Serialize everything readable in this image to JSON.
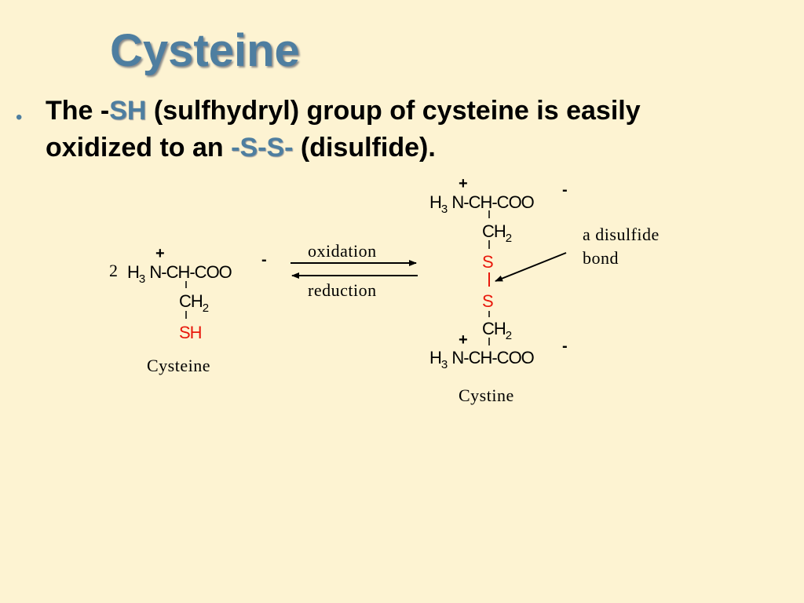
{
  "slide": {
    "title": "Cysteine",
    "bullet": {
      "marker": "•",
      "part1": "The -",
      "sh": "SH",
      "part2": " (sulfhydryl) group of cysteine is easily",
      "part3": "oxidized to an ",
      "ss": "-S-S-",
      "part4": " (disulfide)."
    }
  },
  "diagram": {
    "reactant": {
      "coefficient": "2",
      "plus": "+",
      "minus": "-",
      "h": "H",
      "h_sub": "3",
      "backbone": "N-CH-COO",
      "ch": "CH",
      "ch_sub": "2",
      "sh": "SH",
      "name": "Cysteine"
    },
    "arrows": {
      "forward_label": "oxidation",
      "reverse_label": "reduction"
    },
    "product": {
      "plus": "+",
      "minus": "-",
      "h": "H",
      "h_sub": "3",
      "backbone": "N-CH-COO",
      "ch": "CH",
      "ch_sub": "2",
      "s": "S",
      "name": "Cystine"
    },
    "annotation": {
      "line1": "a disulfide",
      "line2": "bond"
    }
  }
}
